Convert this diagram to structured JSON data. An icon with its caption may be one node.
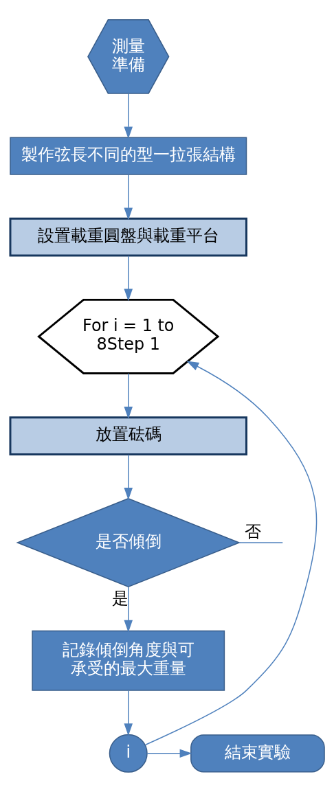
{
  "diagram": {
    "nodes": [
      {
        "text": [
          "測量準備"
        ]
      },
      {
        "text": [
          "製作弦長不同的型一拉張結構"
        ]
      },
      {
        "text": [
          "設置載重圓盤與載重平台"
        ]
      },
      {
        "text": [
          "For i = 1 to 8Step 1"
        ]
      },
      {
        "text": [
          "放置砝碼"
        ]
      },
      {
        "text": [
          "是否傾倒"
        ]
      },
      {
        "text": [
          "記錄傾倒角度與可承受的最大重量"
        ]
      },
      {
        "text": [
          "i"
        ]
      },
      {
        "text": [
          "結束實驗"
        ]
      }
    ],
    "edges": [
      {
        "from": 0,
        "to": 1,
        "arrow": "to"
      },
      {
        "from": 1,
        "to": 2,
        "arrow": "to"
      },
      {
        "from": 2,
        "to": 3,
        "arrow": "to"
      },
      {
        "from": 3,
        "to": 4,
        "arrow": "to"
      },
      {
        "from": 4,
        "to": 5,
        "arrow": "to"
      },
      {
        "from": 5,
        "to": 6,
        "label": "是",
        "arrow": "to"
      },
      {
        "from": 5,
        "to": null,
        "label": "否",
        "arrow": "none"
      },
      {
        "from": 6,
        "to": 7,
        "arrow": "to"
      },
      {
        "from": 7,
        "to": 8,
        "arrow": "to"
      },
      {
        "from": 7,
        "to": 3,
        "arrow": "to"
      }
    ]
  }
}
